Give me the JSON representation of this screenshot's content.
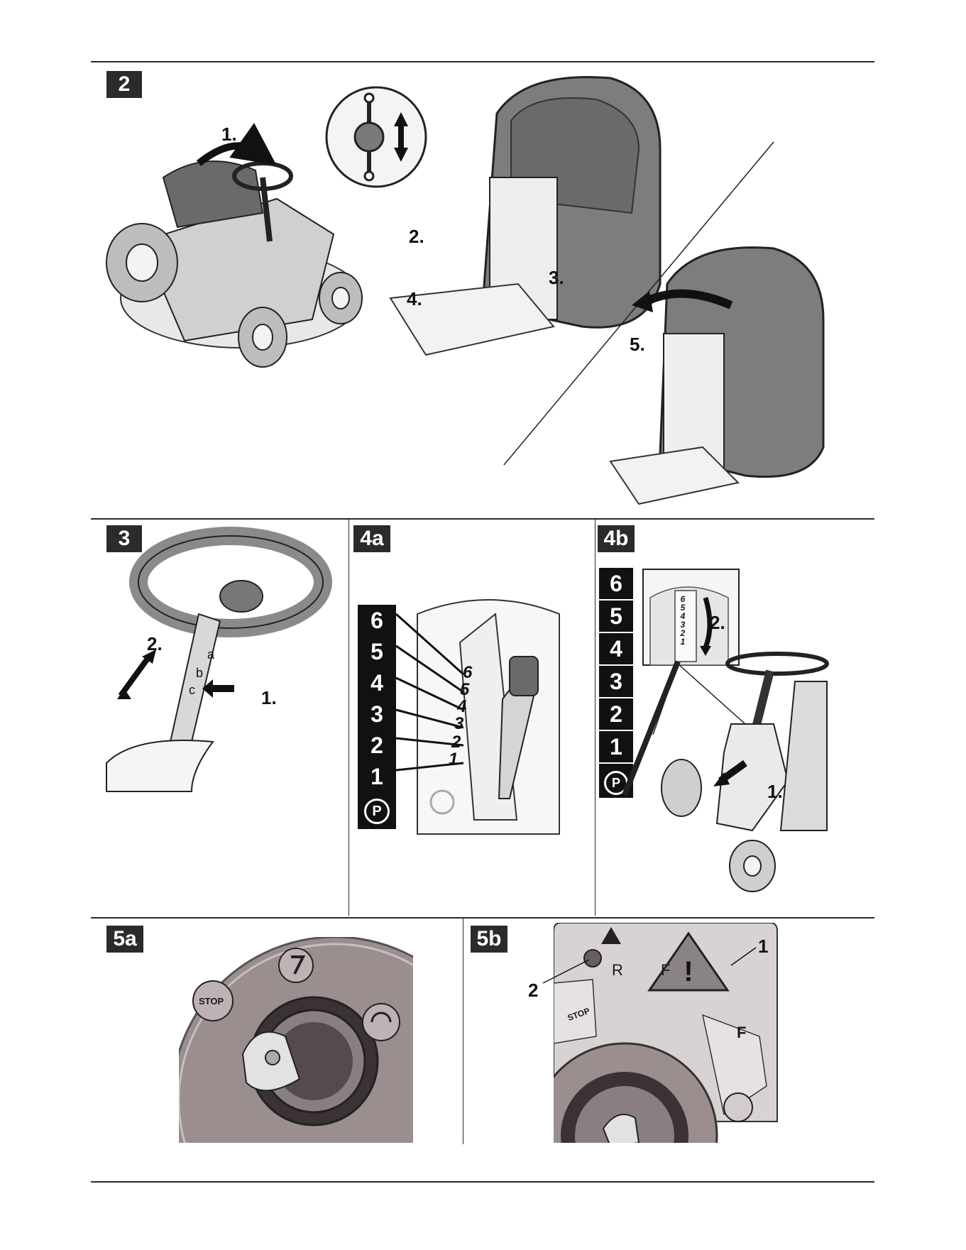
{
  "figures": {
    "fig2": {
      "badge": "2",
      "steps": [
        "1.",
        "2.",
        "3.",
        "4.",
        "5."
      ]
    },
    "fig3": {
      "badge": "3",
      "steps": [
        "1.",
        "2."
      ],
      "holes": [
        "a",
        "b",
        "c"
      ]
    },
    "fig4a": {
      "badge": "4a",
      "gears": [
        "6",
        "5",
        "4",
        "3",
        "2",
        "1"
      ],
      "park_symbol": "P",
      "lever_gears": [
        "6",
        "5",
        "4",
        "3",
        "2",
        "1"
      ]
    },
    "fig4b": {
      "badge": "4b",
      "gears": [
        "6",
        "5",
        "4",
        "3",
        "2",
        "1"
      ],
      "park_symbol": "P",
      "steps": [
        "1.",
        "2."
      ],
      "inset_gears": [
        "6",
        "5",
        "4",
        "3",
        "2",
        "1"
      ]
    },
    "fig5a": {
      "badge": "5a",
      "stop_label": "STOP"
    },
    "fig5b": {
      "badge": "5b",
      "callouts": [
        "1",
        "2"
      ],
      "stop_label": "STOP",
      "direction_label_left": "R",
      "direction_label_right": "F",
      "direction_label_diag": "F"
    }
  }
}
